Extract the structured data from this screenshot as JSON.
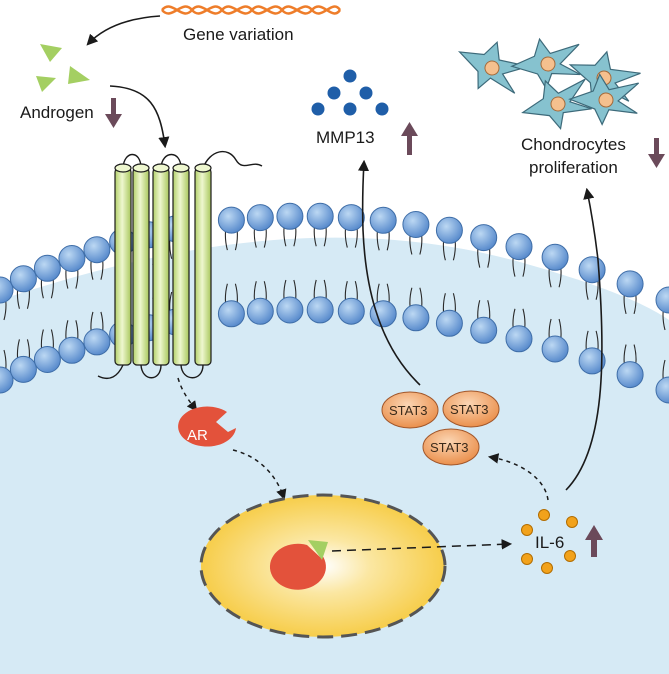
{
  "labels": {
    "gene_variation": "Gene variation",
    "androgen": "Androgen",
    "mmp13": "MMP13",
    "chondrocytes_line1": "Chondrocytes",
    "chondrocytes_line2": "proliferation",
    "ar": "AR",
    "stat3_a": "STAT3",
    "stat3_b": "STAT3",
    "stat3_c": "STAT3",
    "il6": "IL-6"
  },
  "indicators": {
    "androgen": "down",
    "mmp13": "up",
    "chondrocytes": "down",
    "il6": "up"
  },
  "colors": {
    "cell_interior": "#d6eaf5",
    "lipid_head": "#6d9fd6",
    "receptor_green": "#c8e08a",
    "androgen_triangle": "#a4cf62",
    "ar_red": "#e3523b",
    "nucleus_yellow": "#f6cd46",
    "stat3_orange": "#ee9a56",
    "il6_orange": "#f2a21b",
    "mmp13_blue": "#1f5ea8",
    "arrow_indicator": "#6b4a5a",
    "dna_orange": "#ee7d2a",
    "chondrocyte_cell": "#86c2cf",
    "chondrocyte_nucleus": "#f5c08e"
  }
}
